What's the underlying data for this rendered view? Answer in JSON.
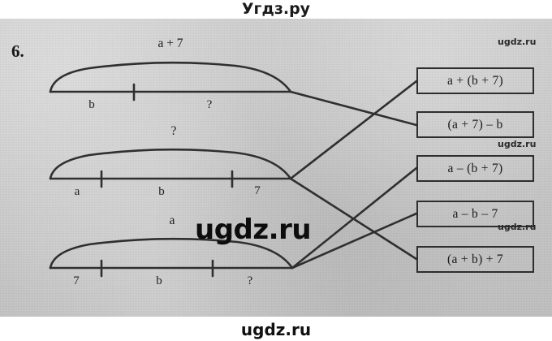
{
  "header": {
    "site_title": "Угдз.ру"
  },
  "footer": {
    "site_title": "ugdz.ru"
  },
  "exercise": {
    "number": "6."
  },
  "watermarks": {
    "center": "ugdz.ru",
    "top_right": "ugdz.ru",
    "middle_right": "ugdz.ru",
    "lower_right": "ugdz.ru"
  },
  "diagrams": [
    {
      "name": "bar-1",
      "brace_label": "a + 7",
      "segments": [
        {
          "label": "b"
        },
        {
          "label": "?"
        }
      ]
    },
    {
      "name": "bar-2",
      "brace_label": "?",
      "segments": [
        {
          "label": "a"
        },
        {
          "label": "b"
        },
        {
          "label": "7"
        }
      ]
    },
    {
      "name": "bar-3",
      "brace_label": "a",
      "segments": [
        {
          "label": "7"
        },
        {
          "label": "b"
        },
        {
          "label": "?"
        }
      ]
    }
  ],
  "expression_boxes": [
    {
      "text": "a + (b + 7)"
    },
    {
      "text": "(a + 7) – b"
    },
    {
      "text": "a – (b + 7)"
    },
    {
      "text": "a – b – 7"
    },
    {
      "text": "(a + b) + 7"
    }
  ],
  "colors": {
    "paper": "#c9c9c9",
    "ink": "#2e2e2e",
    "strip": "#ffffff"
  }
}
